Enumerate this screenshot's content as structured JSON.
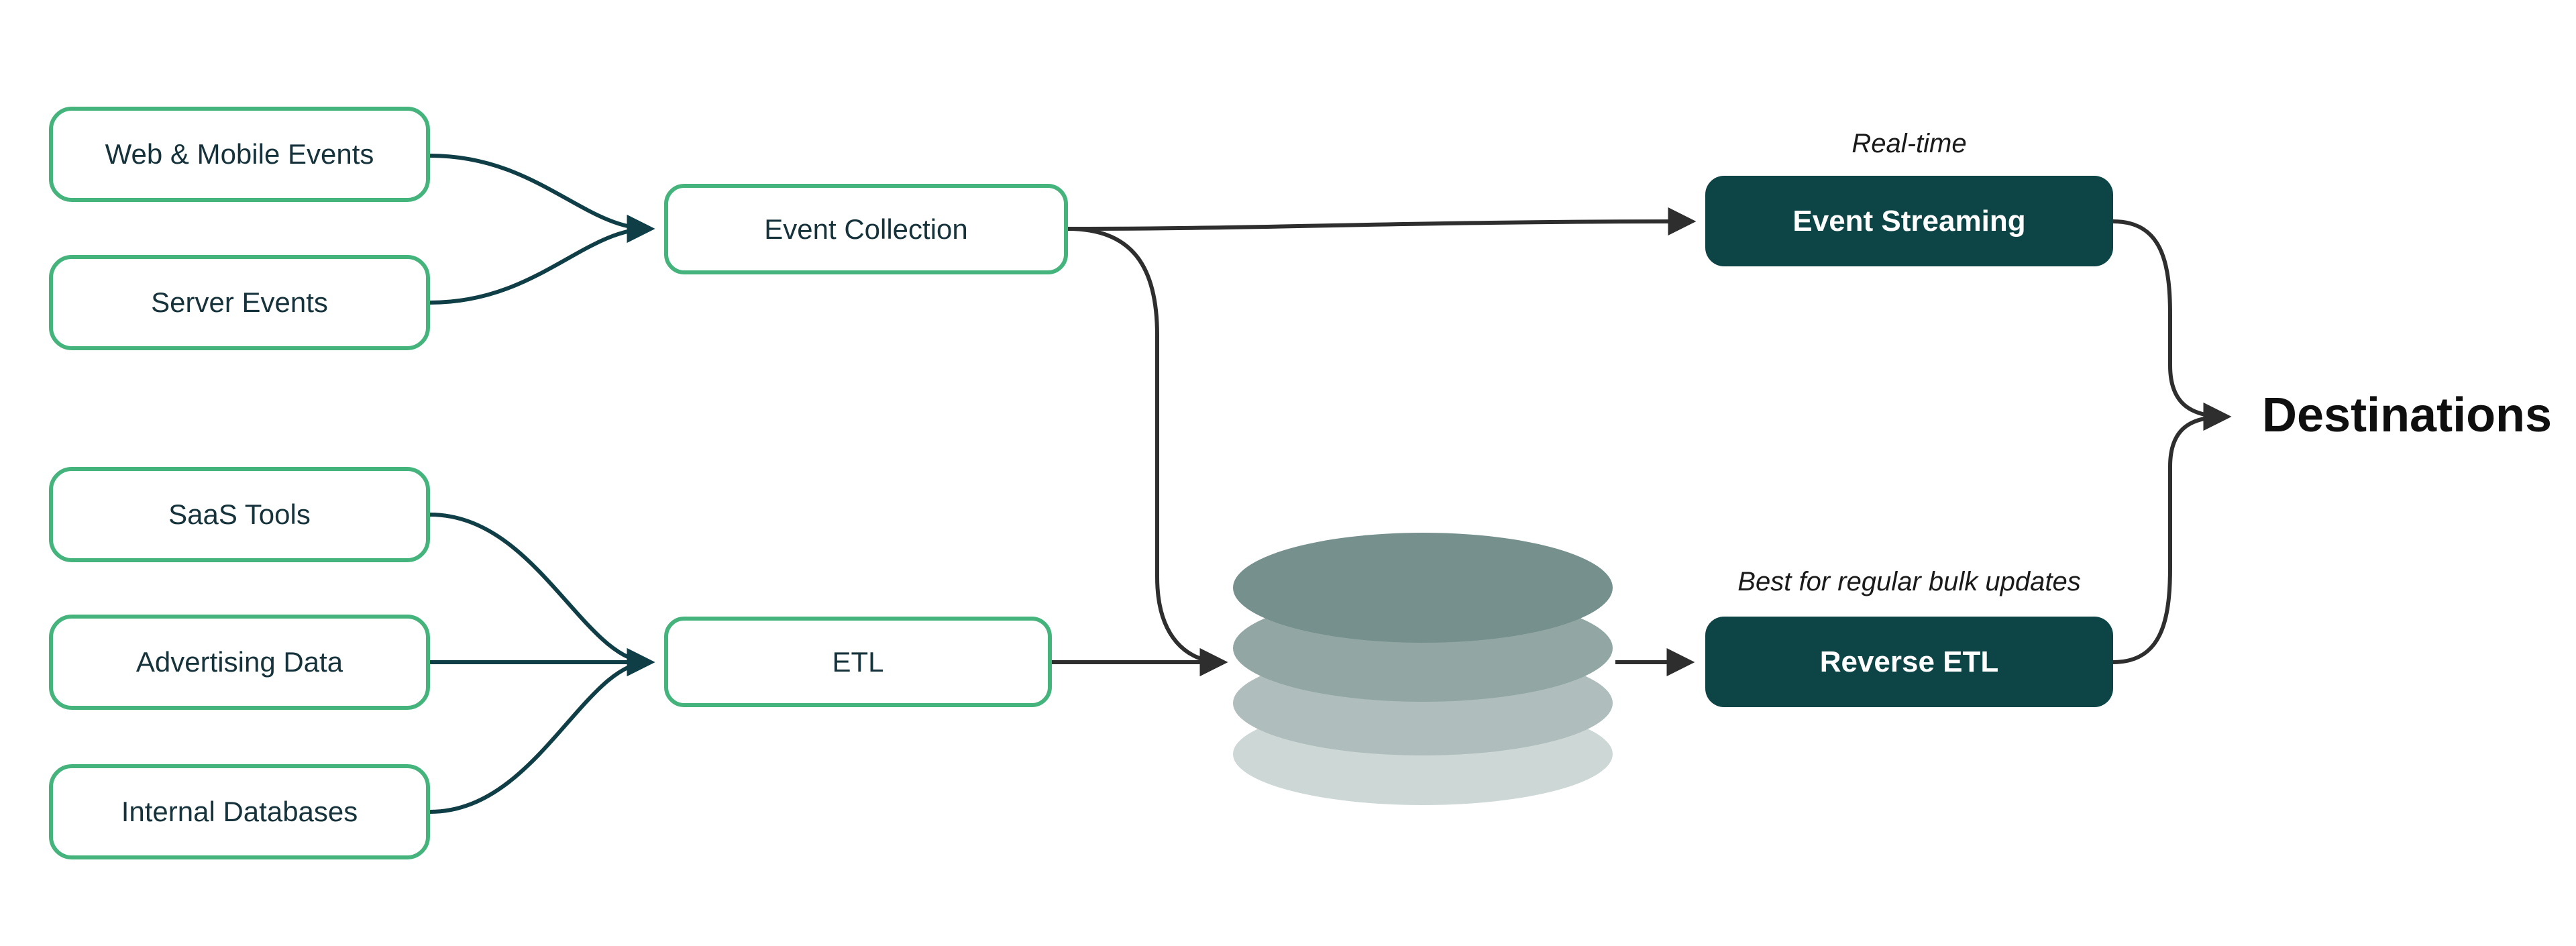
{
  "diagram": {
    "sources": [
      {
        "label": "Web & Mobile Events"
      },
      {
        "label": "Server Events"
      },
      {
        "label": "SaaS Tools"
      },
      {
        "label": "Advertising Data"
      },
      {
        "label": "Internal Databases"
      }
    ],
    "processors": [
      {
        "label": "Event Collection"
      },
      {
        "label": "ETL"
      }
    ],
    "outputs": [
      {
        "annotation": "Real-time",
        "label": "Event Streaming"
      },
      {
        "annotation": "Best for regular bulk updates",
        "label": "Reverse ETL"
      }
    ],
    "destination_label": "Destinations",
    "icons": {
      "database_icon": "stack of four ellipses (warehouse/database)"
    },
    "colors": {
      "source_border_green": "#44b47c",
      "output_box_teal": "#0d4547",
      "arrow_teal": "#0f3e47",
      "arrow_dark": "#2e2e2e",
      "db_ellipse_top": "#76908d",
      "db_ellipse_2": "#92a7a4",
      "db_ellipse_3": "#afbebc",
      "db_ellipse_bottom": "#cdd8d6",
      "text_dark": "#16333c"
    }
  }
}
